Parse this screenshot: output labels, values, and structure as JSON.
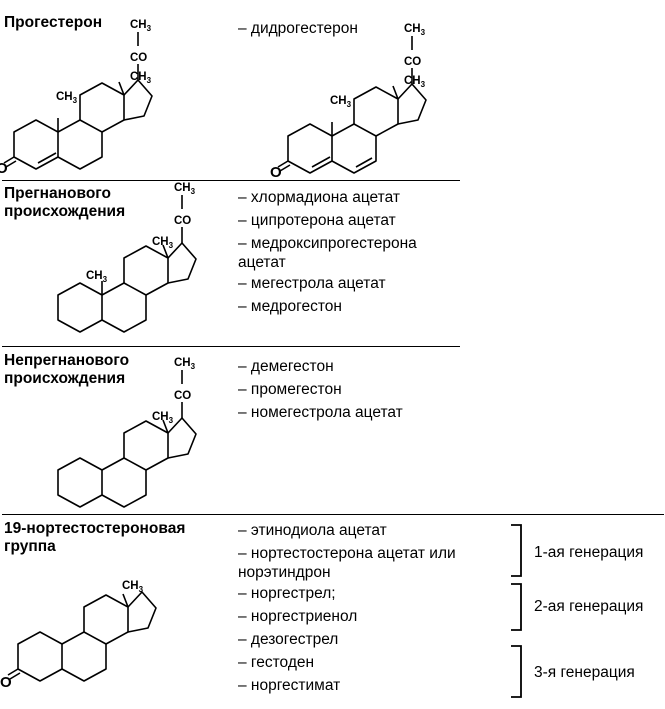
{
  "sections": [
    {
      "heading": [
        "Прогестерон"
      ],
      "items": [
        "– дидрогестерон"
      ],
      "labels": {
        "ch3": "CH",
        "sub": "3",
        "co": "CO",
        "o": "O"
      }
    },
    {
      "heading": [
        "Прегнанового",
        "происхождения"
      ],
      "items": [
        "– хлормадиона ацетат",
        "– ципротерона ацетат",
        "– медроксипрогестерона",
        "ацетат",
        "– мегестрола ацетат",
        "– медрогестон"
      ]
    },
    {
      "heading": [
        "Непрегнанового",
        "происхождения"
      ],
      "items": [
        "– демегестон",
        "– промегестон",
        "– номегестрола ацетат"
      ]
    },
    {
      "heading": [
        "19-нортестостероновая",
        "группа"
      ],
      "items": [
        "– этинодиола ацетат",
        "– нортестостерона ацетат или",
        "норэтиндрон",
        "– норгестрел;",
        "– норгестриенол",
        "– дезогестрел",
        "– гестоден",
        "– норгестимат"
      ],
      "generations": [
        "1-ая генерация",
        "2-ая генерация",
        "3-я генерация"
      ]
    }
  ]
}
